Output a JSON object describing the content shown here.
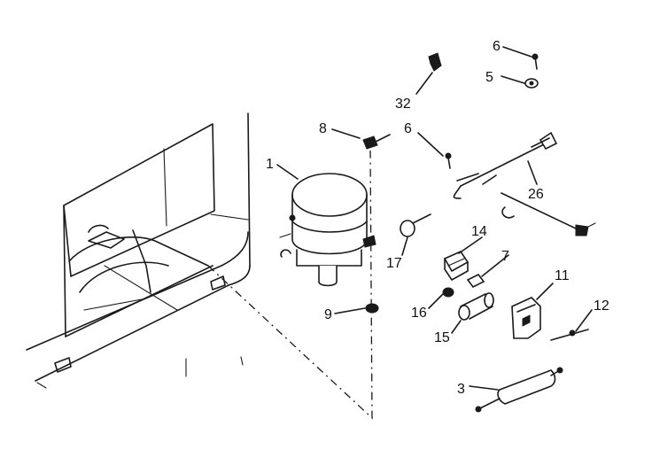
{
  "callouts": {
    "c1": "1",
    "c3": "3",
    "c5": "5",
    "c6a": "6",
    "c6b": "6",
    "c7": "7",
    "c8": "8",
    "c9": "9",
    "c11": "11",
    "c12": "12",
    "c14": "14",
    "c15": "15",
    "c16": "16",
    "c17": "17",
    "c26": "26",
    "c32": "32"
  },
  "colors": {
    "ink": "#1a1a1a",
    "paper": "#ffffff"
  }
}
